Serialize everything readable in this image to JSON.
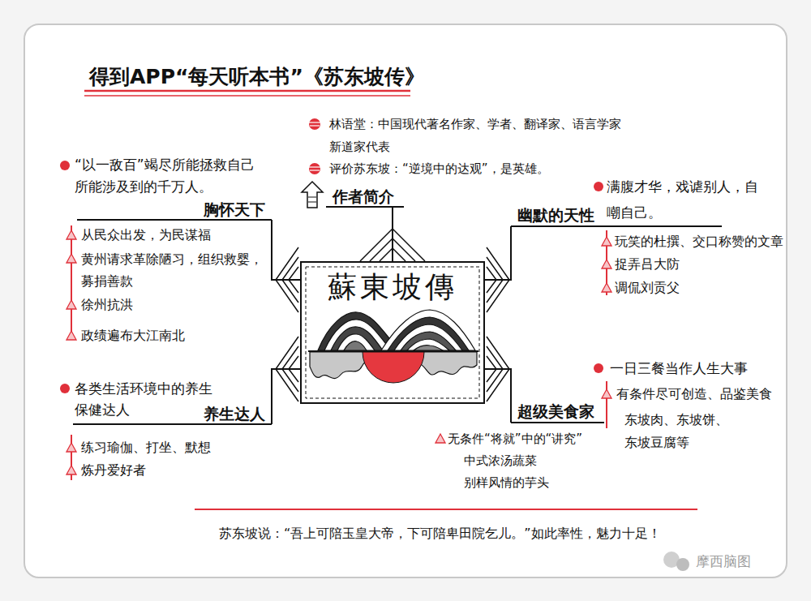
{
  "diagram": {
    "title": "得到APP“每天听本书”《苏东坡传》",
    "nodes": [
      {
        "text": [
          "作者简介"
        ]
      },
      {
        "text": [
          "胸怀天下"
        ]
      },
      {
        "text": [
          "幽默的天性"
        ]
      },
      {
        "text": [
          "蘇東坡傳"
        ]
      },
      {
        "text": [
          "养生达人"
        ]
      },
      {
        "text": [
          "超级美食家"
        ]
      }
    ],
    "edges": [
      {
        "from": 3,
        "to": 0,
        "arrow": "none"
      },
      {
        "from": 3,
        "to": 1,
        "arrow": "none"
      },
      {
        "from": 3,
        "to": 2,
        "arrow": "none"
      },
      {
        "from": 3,
        "to": 4,
        "arrow": "none"
      },
      {
        "from": 3,
        "to": 5,
        "arrow": "none"
      }
    ],
    "labels": [
      "林语堂：中国现代著名作家、学者、翻译家、语言学家 新道家代表",
      "评价苏东坡：“逆境中的达观”，是英雄。",
      "“以一敌百”竭尽所能拯救自己 所能涉及到的千万人。",
      "从民众出发，为民谋福",
      "黄州请求革除陋习，组织救婴， 募捐善款",
      "徐州抗洪",
      "政绩遍布大江南北",
      "各类生活环境中的养生 保健达人",
      "练习瑜伽、打坐、默想",
      "炼丹爱好者",
      "满腹才华，戏谑别人，自 嘲自己。",
      "玩笑的杜撰、交口称赞的文章",
      "捉弄吕大防",
      "调侃刘贡父",
      "一日三餐当作人生大事",
      "有条件尽可创造、品鉴美食",
      "东坡肉、东坡饼、 东坡豆腐等",
      "无条件“将就”中的“讲究”",
      "中式浓汤蔬菜",
      "别样风情的芋头",
      "苏东坡说：“吾上可陪玉皇大帝，下可陪卑田院乞儿。”如此率性，魅力十足！",
      "摩西脑图"
    ]
  }
}
